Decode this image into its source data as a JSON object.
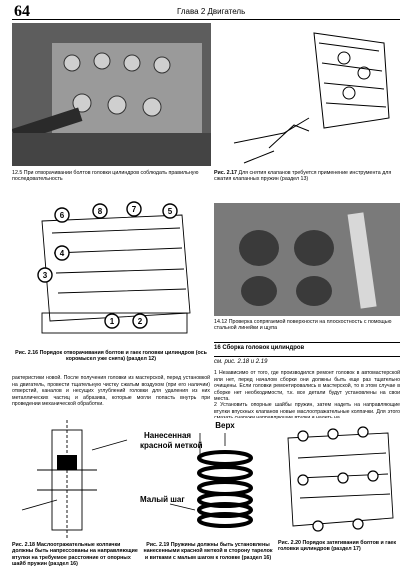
{
  "header": {
    "page_number": "64",
    "chapter": "Глава 2 Двигатель"
  },
  "figures": {
    "fig_12_5": {
      "caption": "12.5 При отворачивании болтов головки цилиндров соблюдать правильную последовательность"
    },
    "fig_2_17": {
      "title": "Рис. 2.17",
      "caption": "Для снятия клапанов требуется применение инструмента для сжатия клапанных пружин (раздел 13)"
    },
    "fig_2_16": {
      "title": "Рис. 2.16",
      "caption": "Порядок отворачивания болтов и гаек головки цилиндров (ось коромысел уже снята) (раздел 12)",
      "numbers": [
        "6",
        "8",
        "7",
        "5",
        "4",
        "3",
        "1",
        "2"
      ]
    },
    "fig_14_12": {
      "caption": "14.12 Проверка сопрягаемой поверхности на плоскостность с помощью стальной линейки и щупа"
    },
    "fig_2_18": {
      "title": "Рис. 2.18",
      "caption": "Маслоотражательные колпачки должны быть напрессованы на направляющие втулки на требуемое расстояние от опорных шайб пружин (раздел 16)"
    },
    "fig_2_19": {
      "title": "Рис. 2.19",
      "caption": "Пружины должны быть установлены нанесенными красной меткой в сторону тарелок и витками с малым шагом к головке (раздел 16)",
      "label_top": "Верх",
      "label_mark_1": "Нанесенная",
      "label_mark_2": "красной меткой",
      "label_pitch": "Малый шаг"
    },
    "fig_2_20": {
      "title": "Рис. 2.20",
      "caption": "Порядок затягивания болтов и гаек головки цилиндров (раздел 17)"
    }
  },
  "text": {
    "left_para": "рактеристики новой. После получения головки из мастерской, перед установкой на двигатель, провести тщательную чистку сжатым воздухом (при его наличии) отверстий, каналов и несущих углублений головки для удаления из них металлических частиц и абразива, которые могли попасть внутрь при проведении механической обработки.",
    "section_title": "16 Сборка головок цилиндров",
    "see_also": "см. рис. 2.18 и 2.19",
    "para1": "1 Независимо от того, где производился ремонт головок в автомастерской или нет, перед началом сборки они должны быть еще раз тщательно очищены. Если головки ремонтировались в мастерской, то в этом случае в сборке нет необходимости, т.к. все детали будут установлены на свои места.",
    "para2": "2 Установить опорные шайбы пружин, затем надеть на направляющие втулки впускных клапанов новые маслоотражательные колпачки. Для этого смазать снаружи направляющие втулки и надеть на"
  },
  "colors": {
    "photo_bg": "#6e6e6e",
    "ink": "#000000"
  }
}
